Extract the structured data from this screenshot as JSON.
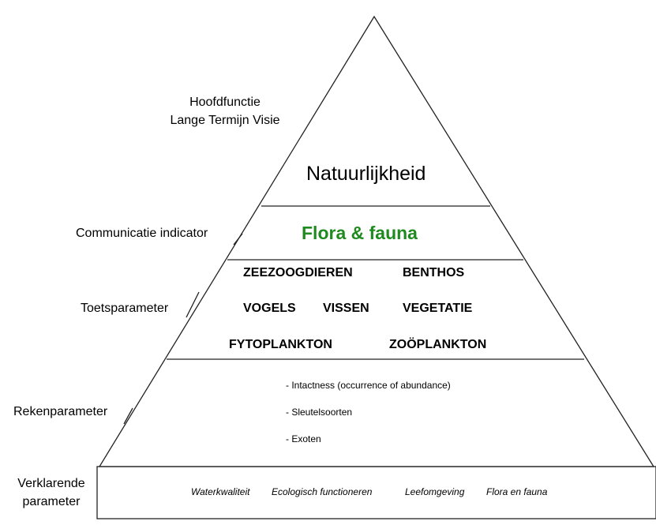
{
  "colors": {
    "line": "#222222",
    "communication_text": "#1f8a1f",
    "background": "#ffffff"
  },
  "left_labels": {
    "hoofdfunctie": "Hoofdfunctie",
    "lange_termijn": "Lange Termijn Visie",
    "communicatie": "Communicatie indicator",
    "toets": "Toetsparameter",
    "reken": "Rekenparameter",
    "verklarend_1": "Verklarende",
    "verklarend_2": "parameter"
  },
  "tiers": {
    "top": "Natuurlijkheid",
    "communication": "Flora & fauna",
    "toets_items": [
      "ZEEZOOGDIEREN",
      "BENTHOS",
      "VOGELS",
      "VISSEN",
      "VEGETATIE",
      "FYTOPLANKTON",
      "ZOÖPLANKTON"
    ],
    "reken_items": [
      "- Intactness (occurrence of abundance)",
      "- Sleutelsoorten",
      "- Exoten"
    ],
    "verklarend_items": [
      "Waterkwaliteit",
      "Ecologisch functioneren",
      "Leefomgeving",
      "Flora en fauna"
    ]
  }
}
